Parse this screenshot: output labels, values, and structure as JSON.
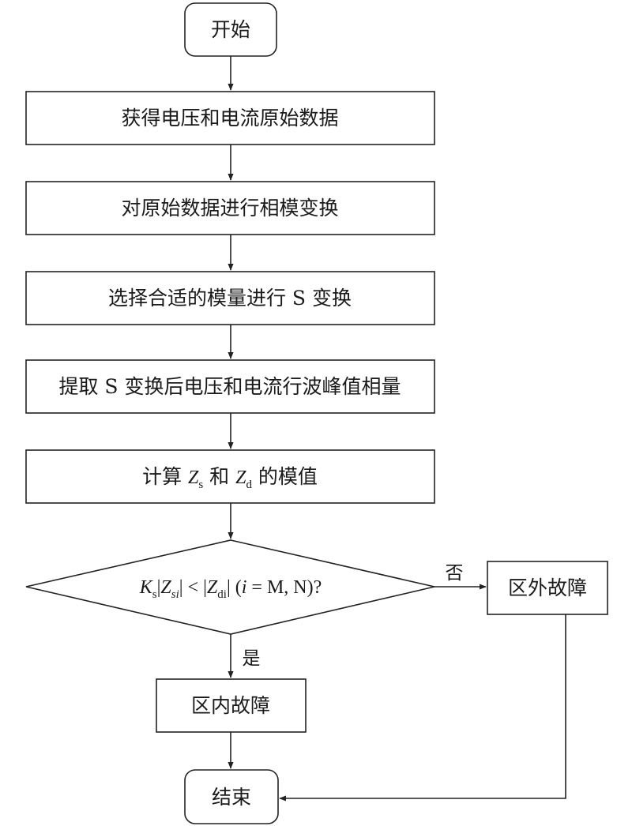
{
  "flowchart": {
    "start_label": "开始",
    "step1_label": "获得电压和电流原始数据",
    "step2_label": "对原始数据进行相模变换",
    "step3_label": "选择合适的模量进行 S 变换",
    "step4_label": "提取 S 变换后电压和电流行波峰值相量",
    "step5": {
      "prefix": "计算 ",
      "var1": "Z",
      "var1_sub": "s",
      "middle": " 和 ",
      "var2": "Z",
      "var2_sub": "d",
      "suffix": " 的模值"
    },
    "decision": {
      "k": "K",
      "k_sub": "s",
      "bar1": "|",
      "z1": "Z",
      "z1_sub": "si",
      "less": "| < |",
      "z2": "Z",
      "z2_sub": "di",
      "tail_open": "| (",
      "i": "i",
      "tail_close": " = M, N)?"
    },
    "no_label": "否",
    "yes_label": "是",
    "external_fault_label": "区外故障",
    "internal_fault_label": "区内故障",
    "end_label": "结束"
  },
  "colors": {
    "stroke": "#222222",
    "text": "#1a1a1a",
    "background": "#ffffff"
  }
}
